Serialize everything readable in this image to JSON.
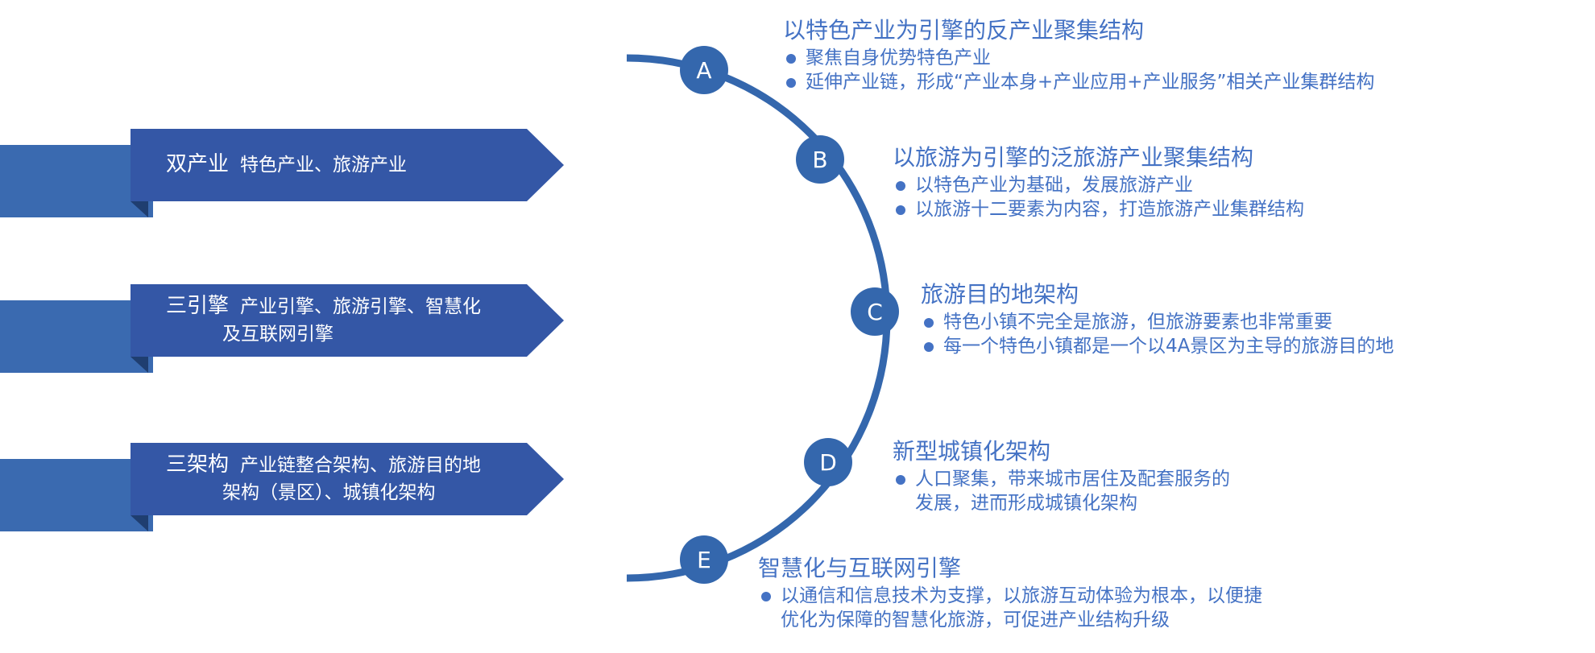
{
  "colors": {
    "banner_body": "#3457a6",
    "banner_tail": "#3a6ab0",
    "banner_fold": "#1f3e70",
    "arc": "#3467ad",
    "text_accent": "#4472c4"
  },
  "left_banners": [
    {
      "key": "双产业",
      "desc": "特色产业、旅游产业",
      "cont": ""
    },
    {
      "key": "三引擎",
      "desc": "产业引擎、旅游引擎、智慧化",
      "cont": "及互联网引擎"
    },
    {
      "key": "三架构",
      "desc": "产业链整合架构、旅游目的地",
      "cont": "架构（景区）、城镇化架构"
    }
  ],
  "nodes": [
    {
      "label": "A"
    },
    {
      "label": "B"
    },
    {
      "label": "C"
    },
    {
      "label": "D"
    },
    {
      "label": "E"
    }
  ],
  "blocks": [
    {
      "title": "以特色产业为引擎的反产业聚集结构",
      "bullets": [
        {
          "text": "聚焦自身优势特色产业",
          "cont": ""
        },
        {
          "text": "延伸产业链，形成“产业本身+产业应用+产业服务”相关产业集群结构",
          "cont": ""
        }
      ]
    },
    {
      "title": "以旅游为引擎的泛旅游产业聚集结构",
      "bullets": [
        {
          "text": "以特色产业为基础，发展旅游产业",
          "cont": ""
        },
        {
          "text": "以旅游十二要素为内容，打造旅游产业集群结构",
          "cont": ""
        }
      ]
    },
    {
      "title": "旅游目的地架构",
      "bullets": [
        {
          "text": "特色小镇不完全是旅游，但旅游要素也非常重要",
          "cont": ""
        },
        {
          "text": "每一个特色小镇都是一个以4A景区为主导的旅游目的地",
          "cont": ""
        }
      ]
    },
    {
      "title": "新型城镇化架构",
      "bullets": [
        {
          "text": "人口聚集，带来城市居住及配套服务的",
          "cont": "发展，进而形成城镇化架构"
        }
      ]
    },
    {
      "title": "智慧化与互联网引擎",
      "bullets": [
        {
          "text": "以通信和信息技术为支撑，以旅游互动体验为根本，以便捷",
          "cont": "优化为保障的智慧化旅游，可促进产业结构升级"
        }
      ]
    }
  ]
}
